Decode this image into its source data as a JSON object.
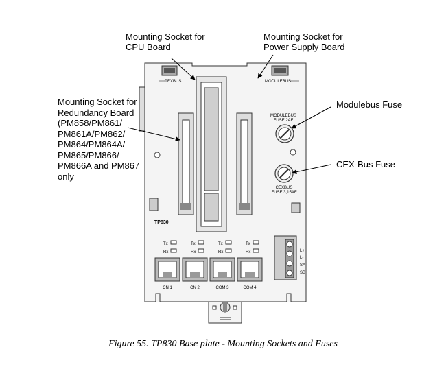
{
  "callouts": {
    "cpu_socket": "Mounting Socket for\nCPU Board",
    "psu_socket": "Mounting Socket for\nPower Supply Board",
    "redundancy_socket": "Mounting Socket for\nRedundancy Board\n(PM858/PM861/\nPM861A/PM862/\nPM864/PM864A/\nPM865/PM866/\nPM866A and PM867\nonly",
    "modulebus_fuse": "Modulebus Fuse",
    "cexbus_fuse": "CEX-Bus Fuse"
  },
  "board": {
    "cexbus_label": "CEXBUS",
    "modulebus_label": "MODULEBUS",
    "modulebus_fuse_label": "MODULEBUS",
    "modulebus_fuse_rating": "FUSE 2AF",
    "cexbus_fuse_label": "CEXBUS",
    "cexbus_fuse_rating": "FUSE 3,15AF",
    "model": "TP830",
    "ports": [
      {
        "tx": "Tx",
        "rx": "Rx",
        "label": "CN 1"
      },
      {
        "tx": "Tx",
        "rx": "Rx",
        "label": "CN 2"
      },
      {
        "tx": "Tx",
        "rx": "Rx",
        "label": "COM 3"
      },
      {
        "tx": "Tx",
        "rx": "Rx",
        "label": "COM 4"
      }
    ],
    "terminals": [
      "L+",
      "L-",
      "SA",
      "SB"
    ]
  },
  "caption": "Figure 55. TP830 Base plate - Mounting Sockets and Fuses"
}
